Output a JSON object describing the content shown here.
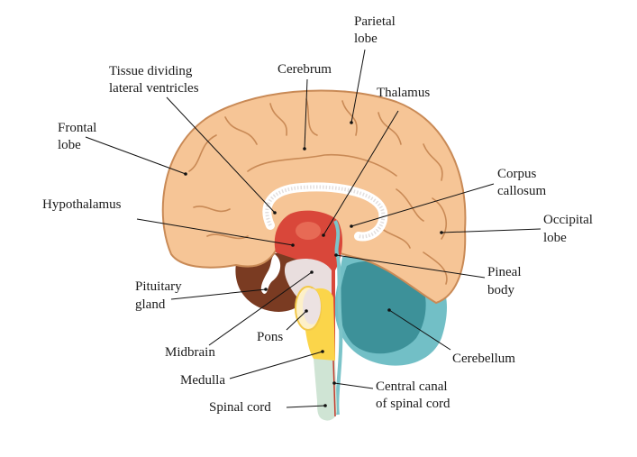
{
  "colors": {
    "cerebrum": "#f6c596",
    "cerebrum_outline": "#c98a56",
    "thalamus": "#d9473a",
    "brown_region": "#7a3b22",
    "midbrain": "#e9dede",
    "pons_medulla": "#fbd54a",
    "spinal_cord": "#cfe4d4",
    "cerebellum": "#3d9199",
    "cerebellum_outer": "#72bfc6"
  },
  "labels": {
    "parietal": [
      "Parietal",
      "lobe"
    ],
    "cerebrum": "Cerebrum",
    "tissue": [
      "Tissue dividing",
      "lateral ventricles"
    ],
    "thalamus": "Thalamus",
    "frontal": [
      "Frontal",
      "lobe"
    ],
    "corpus": [
      "Corpus",
      "callosum"
    ],
    "hypothalamus": "Hypothalamus",
    "occipital": [
      "Occipital",
      "lobe"
    ],
    "pineal": [
      "Pineal",
      "body"
    ],
    "pituitary": [
      "Pituitary",
      "gland"
    ],
    "pons": "Pons",
    "midbrain": "Midbrain",
    "cerebellum": "Cerebellum",
    "medulla": "Medulla",
    "central_canal": [
      "Central canal",
      "of spinal cord"
    ],
    "spinal_cord": "Spinal cord"
  }
}
